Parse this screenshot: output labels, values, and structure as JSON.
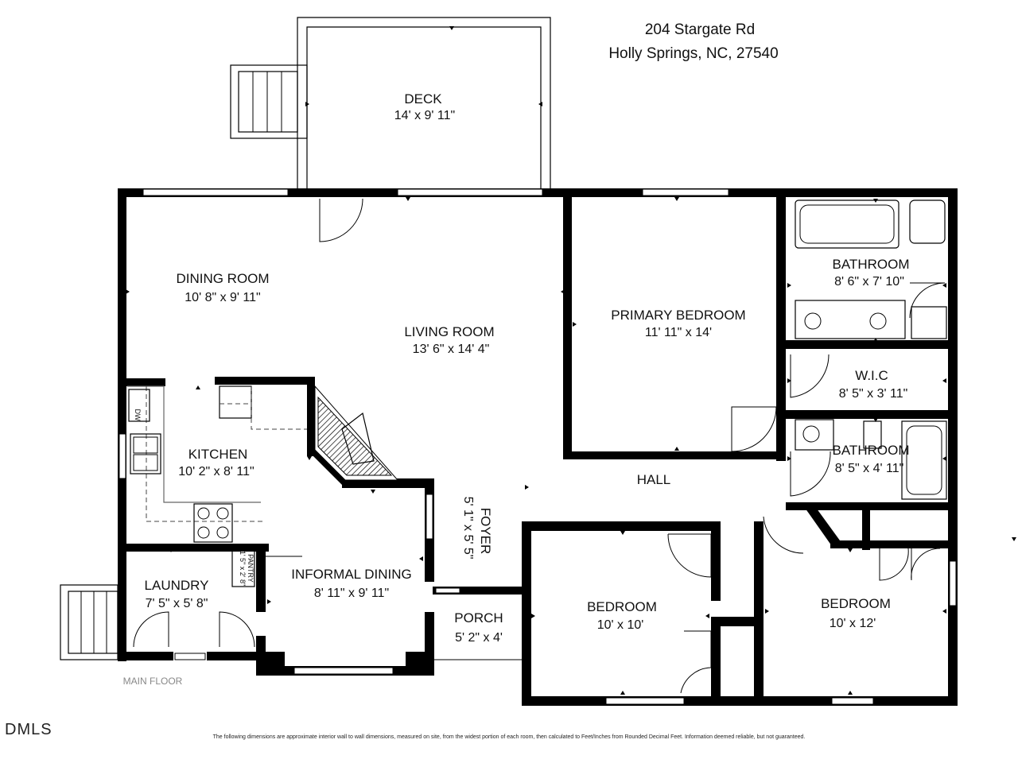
{
  "address": {
    "line1": "204 Stargate Rd",
    "line2": "Holly Springs, NC, 27540"
  },
  "rooms": {
    "deck": {
      "name": "DECK",
      "dims": "14' x 9' 11\""
    },
    "dining_room": {
      "name": "DINING ROOM",
      "dims": "10' 8\" x 9' 11\""
    },
    "living_room": {
      "name": "LIVING ROOM",
      "dims": "13' 6\" x 14' 4\""
    },
    "primary_bedroom": {
      "name": "PRIMARY BEDROOM",
      "dims": "11' 11\" x 14'"
    },
    "bathroom_primary": {
      "name": "BATHROOM",
      "dims": "8' 6\" x 7' 10\""
    },
    "wic": {
      "name": "W.I.C",
      "dims": "8' 5\" x 3' 11\""
    },
    "bathroom_hall": {
      "name": "BATHROOM",
      "dims": "8' 5\" x 4' 11\""
    },
    "kitchen": {
      "name": "KITCHEN",
      "dims": "10' 2\" x 8' 11\""
    },
    "hall": {
      "name": "HALL"
    },
    "foyer": {
      "name": "FOYER",
      "dims": "5' 1\" x 5' 5\""
    },
    "informal_dining": {
      "name": "INFORMAL DINING",
      "dims": "8' 11\" x 9' 11\""
    },
    "laundry": {
      "name": "LAUNDRY",
      "dims": "7' 5\" x 5' 8\""
    },
    "pantry": {
      "name": "PANTRY",
      "dims": "1' 5\" x 2' 8\""
    },
    "porch": {
      "name": "PORCH",
      "dims": "5' 2\" x 4'"
    },
    "bedroom_1": {
      "name": "BEDROOM",
      "dims": "10' x 10'"
    },
    "bedroom_2": {
      "name": "BEDROOM",
      "dims": "10' x 12'"
    }
  },
  "appliances": {
    "dishwasher": "DW"
  },
  "floor_label": "MAIN FLOOR",
  "logo_text": "DMLS",
  "disclaimer": "The following dimensions are approximate interior wall to wall dimensions, measured on site, from the widest portion of each room, then calculated to Feet/Inches from Rounded Decimal Feet. Information deemed reliable, but not guaranteed."
}
